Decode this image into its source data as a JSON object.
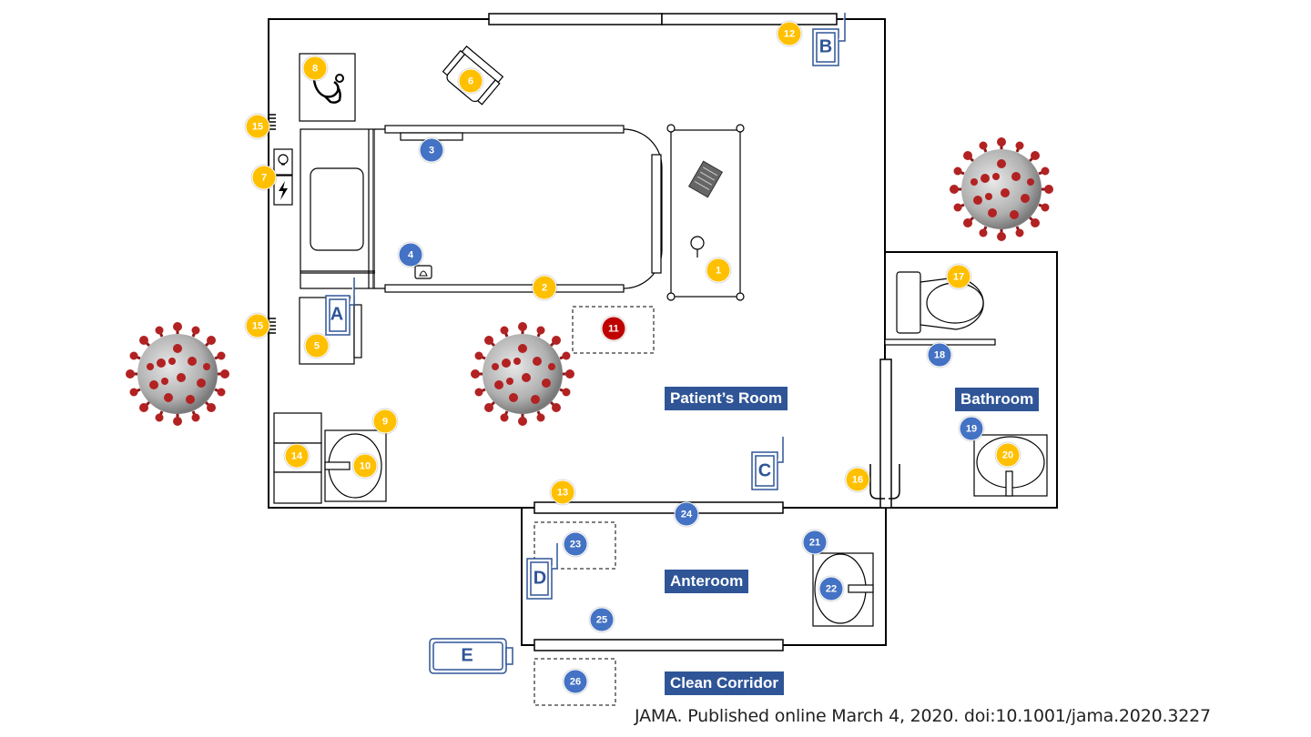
{
  "rooms": {
    "patients_room": "Patient’s Room",
    "bathroom": "Bathroom",
    "anteroom": "Anteroom",
    "clean_corridor": "Clean Corridor"
  },
  "dispensers": {
    "A": "A",
    "B": "B",
    "C": "C",
    "D": "D",
    "E": "E"
  },
  "markers": [
    {
      "id": "1",
      "label": "1",
      "color": "yellow",
      "object": "bedside-table"
    },
    {
      "id": "2",
      "label": "2",
      "color": "yellow",
      "object": "bed-rail"
    },
    {
      "id": "3",
      "label": "3",
      "color": "blue",
      "object": "bed-rail-control"
    },
    {
      "id": "4",
      "label": "4",
      "color": "blue",
      "object": "nurse-call-button"
    },
    {
      "id": "5",
      "label": "5",
      "color": "yellow",
      "object": "bedside-cabinet"
    },
    {
      "id": "6",
      "label": "6",
      "color": "yellow",
      "object": "chair"
    },
    {
      "id": "7",
      "label": "7",
      "color": "yellow",
      "object": "light-switch-outlet"
    },
    {
      "id": "8",
      "label": "8",
      "color": "yellow",
      "object": "stethoscope"
    },
    {
      "id": "9",
      "label": "9",
      "color": "yellow",
      "object": "sink-edge"
    },
    {
      "id": "10",
      "label": "10",
      "color": "yellow",
      "object": "sink-faucet"
    },
    {
      "id": "11",
      "label": "11",
      "color": "red",
      "object": "floor-area"
    },
    {
      "id": "12",
      "label": "12",
      "color": "yellow",
      "object": "window"
    },
    {
      "id": "13",
      "label": "13",
      "color": "yellow",
      "object": "door-handle"
    },
    {
      "id": "14",
      "label": "14",
      "color": "yellow",
      "object": "cabinet-drawers"
    },
    {
      "id": "15a",
      "label": "15",
      "color": "yellow",
      "object": "air-vent"
    },
    {
      "id": "15b",
      "label": "15",
      "color": "yellow",
      "object": "air-vent"
    },
    {
      "id": "16",
      "label": "16",
      "color": "yellow",
      "object": "bathroom-door-handle"
    },
    {
      "id": "17",
      "label": "17",
      "color": "yellow",
      "object": "toilet"
    },
    {
      "id": "18",
      "label": "18",
      "color": "blue",
      "object": "grab-bar"
    },
    {
      "id": "19",
      "label": "19",
      "color": "blue",
      "object": "bathroom-sink-edge"
    },
    {
      "id": "20",
      "label": "20",
      "color": "yellow",
      "object": "bathroom-sink-faucet"
    },
    {
      "id": "21",
      "label": "21",
      "color": "blue",
      "object": "anteroom-sink-edge"
    },
    {
      "id": "22",
      "label": "22",
      "color": "blue",
      "object": "anteroom-sink-faucet"
    },
    {
      "id": "23",
      "label": "23",
      "color": "blue",
      "object": "anteroom-floor"
    },
    {
      "id": "24",
      "label": "24",
      "color": "blue",
      "object": "door"
    },
    {
      "id": "25",
      "label": "25",
      "color": "blue",
      "object": "anteroom-floor"
    },
    {
      "id": "26",
      "label": "26",
      "color": "blue",
      "object": "corridor-floor"
    }
  ],
  "colors": {
    "yellow": "#ffc000",
    "blue": "#4472c4",
    "red": "#c00000",
    "label_bg": "#2f5597",
    "dispenser": "#2f5597"
  },
  "citation": "JAMA. Published online March 4, 2020. doi:10.1001/jama.2020.3227"
}
